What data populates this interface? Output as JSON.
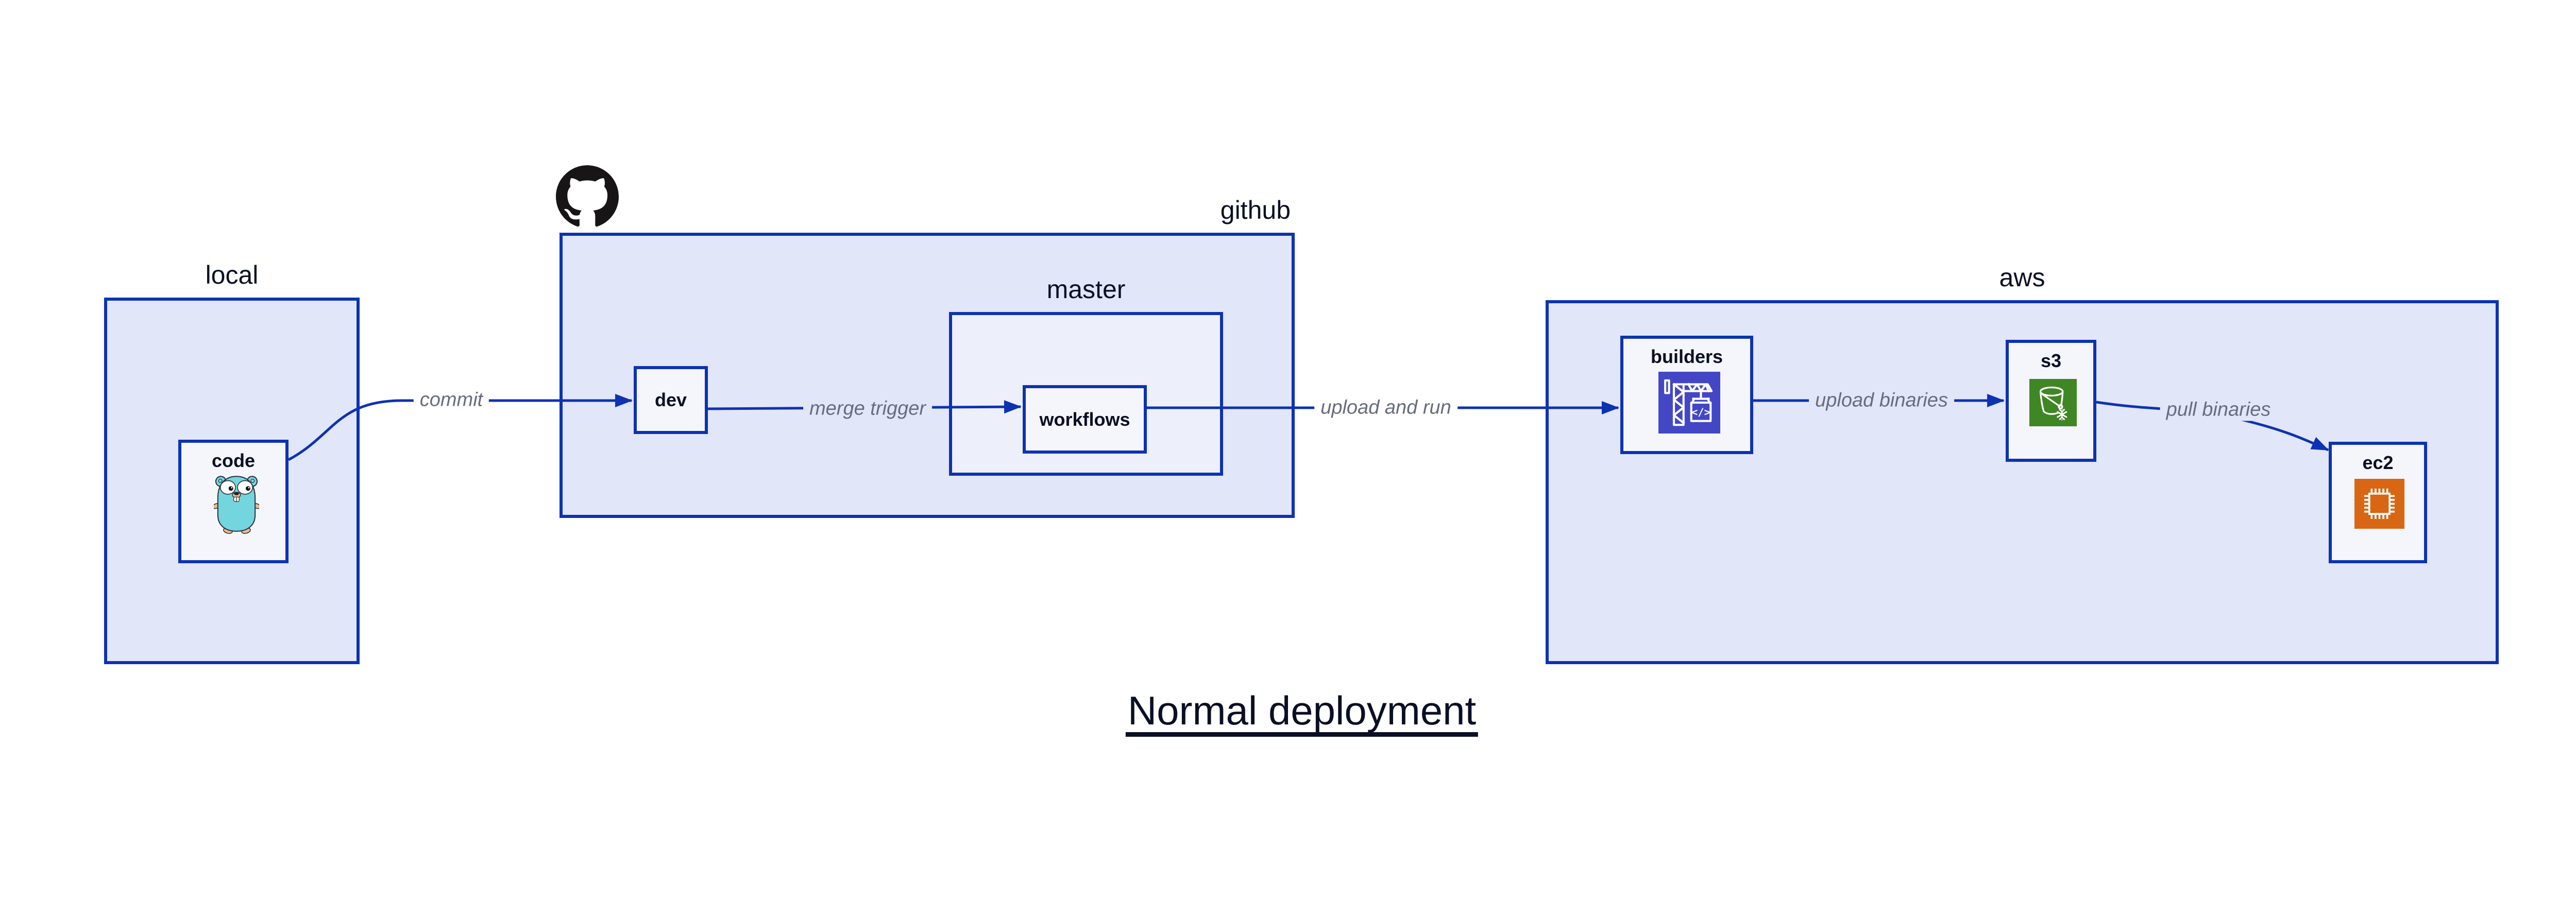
{
  "diagram": {
    "title": "Normal deployment",
    "containers": {
      "local": {
        "label": "local"
      },
      "github": {
        "label": "github"
      },
      "master": {
        "label": "master"
      },
      "aws": {
        "label": "aws"
      }
    },
    "nodes": {
      "code": {
        "label": "code",
        "icon": "go-gopher-icon",
        "container": "local"
      },
      "dev": {
        "label": "dev",
        "container": "github"
      },
      "workflows": {
        "label": "workflows",
        "container": "master"
      },
      "builders": {
        "label": "builders",
        "icon": "crane-build-icon",
        "container": "aws"
      },
      "s3": {
        "label": "s3",
        "icon": "s3-bucket-icon",
        "container": "aws"
      },
      "ec2": {
        "label": "ec2",
        "icon": "ec2-chip-icon",
        "container": "aws"
      }
    },
    "edges": [
      {
        "from": "code",
        "to": "dev",
        "label": "commit"
      },
      {
        "from": "dev",
        "to": "workflows",
        "label": "merge trigger"
      },
      {
        "from": "workflows",
        "to": "builders",
        "label": "upload and run"
      },
      {
        "from": "builders",
        "to": "s3",
        "label": "upload binaries"
      },
      {
        "from": "s3",
        "to": "ec2",
        "label": "pull binaries"
      }
    ],
    "colors": {
      "stroke_blue": "#0D32B2",
      "container_fill": "#E1E6F8",
      "nested_container_fill": "#EDF0FA",
      "node_fill": "#F4F6FC",
      "text_dark": "#0A0F25",
      "edge_label_gray": "#676C7E",
      "github_logo_black": "#171515",
      "gopher_teal": "#73D6DE",
      "builders_icon_indigo": "#4347C6",
      "s3_icon_green": "#3F8624",
      "ec2_icon_orange": "#D86613"
    }
  }
}
